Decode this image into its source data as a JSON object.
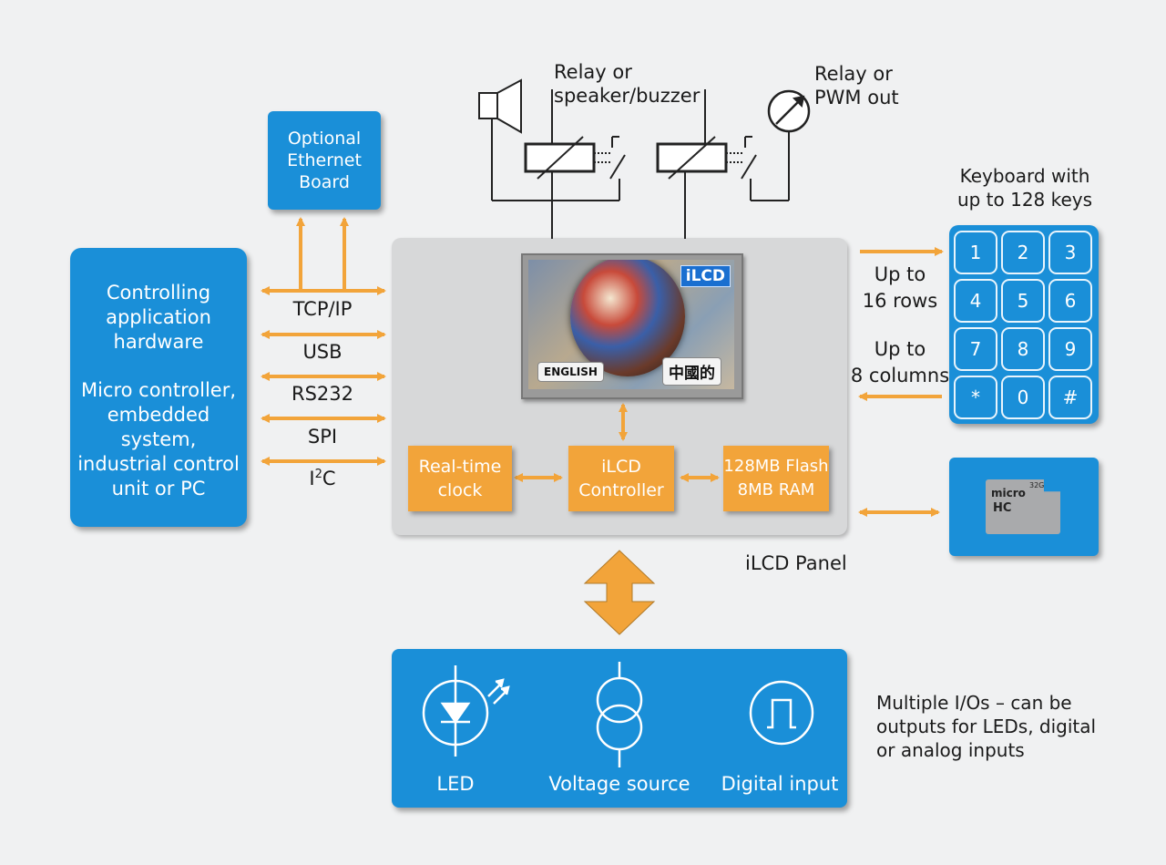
{
  "top": {
    "relay_left_label": "Relay or\nspeaker/buzzer",
    "relay_right_label": "Relay or\nPWM out"
  },
  "ethernet": {
    "label": "Optional\nEthernet\nBoard"
  },
  "host": {
    "label_top": "Controlling\napplication\nhardware",
    "label_bottom": "Micro controller,\nembedded\nsystem,\nindustrial control\nunit or PC"
  },
  "buses": {
    "tcpip": "TCP/IP",
    "usb": "USB",
    "rs232": "RS232",
    "spi": "SPI",
    "i2c_main": "I",
    "i2c_sup": "2",
    "i2c_end": "C"
  },
  "panel": {
    "label": "iLCD Panel",
    "screen": {
      "logo": "iLCD",
      "button_left": "ENGLISH",
      "button_right": "中國的"
    },
    "rtc": "Real-time\nclock",
    "controller": "iLCD\nController",
    "memory": "128MB Flash\n8MB RAM"
  },
  "keyboard": {
    "title": "Keyboard with\nup to 128 keys",
    "rows_label": "Up to\n16 rows",
    "cols_label": "Up to\n8 columns",
    "keys": [
      "1",
      "2",
      "3",
      "4",
      "5",
      "6",
      "7",
      "8",
      "9",
      "*",
      "0",
      "#"
    ]
  },
  "sdcard": {
    "brand": "micro",
    "capacity": "32GB",
    "type": "HC"
  },
  "io": {
    "led": "LED",
    "voltage": "Voltage source",
    "digital": "Digital input",
    "description": "Multiple I/Os – can be\noutputs for LEDs, digital\nor analog inputs"
  },
  "colors": {
    "blue": "#1a8fd8",
    "orange": "#f2a43a",
    "panel_gray": "#d7d8d9",
    "background": "#f0f1f2"
  }
}
